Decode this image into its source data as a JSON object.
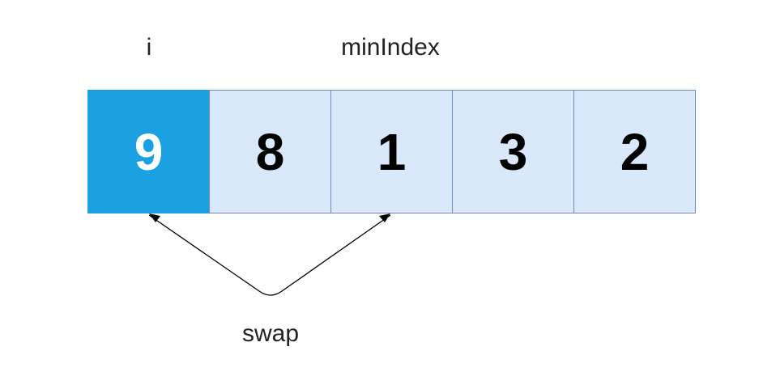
{
  "labels": {
    "i": "i",
    "min_index": "minIndex",
    "swap": "swap"
  },
  "array": {
    "cells": [
      "9",
      "8",
      "1",
      "3",
      "2"
    ],
    "active_index": 0
  },
  "colors": {
    "active_fill": "#1ba1e2",
    "cell_fill": "#dae8fc",
    "cell_border": "#6c8ebf",
    "arrow": "#000000"
  }
}
